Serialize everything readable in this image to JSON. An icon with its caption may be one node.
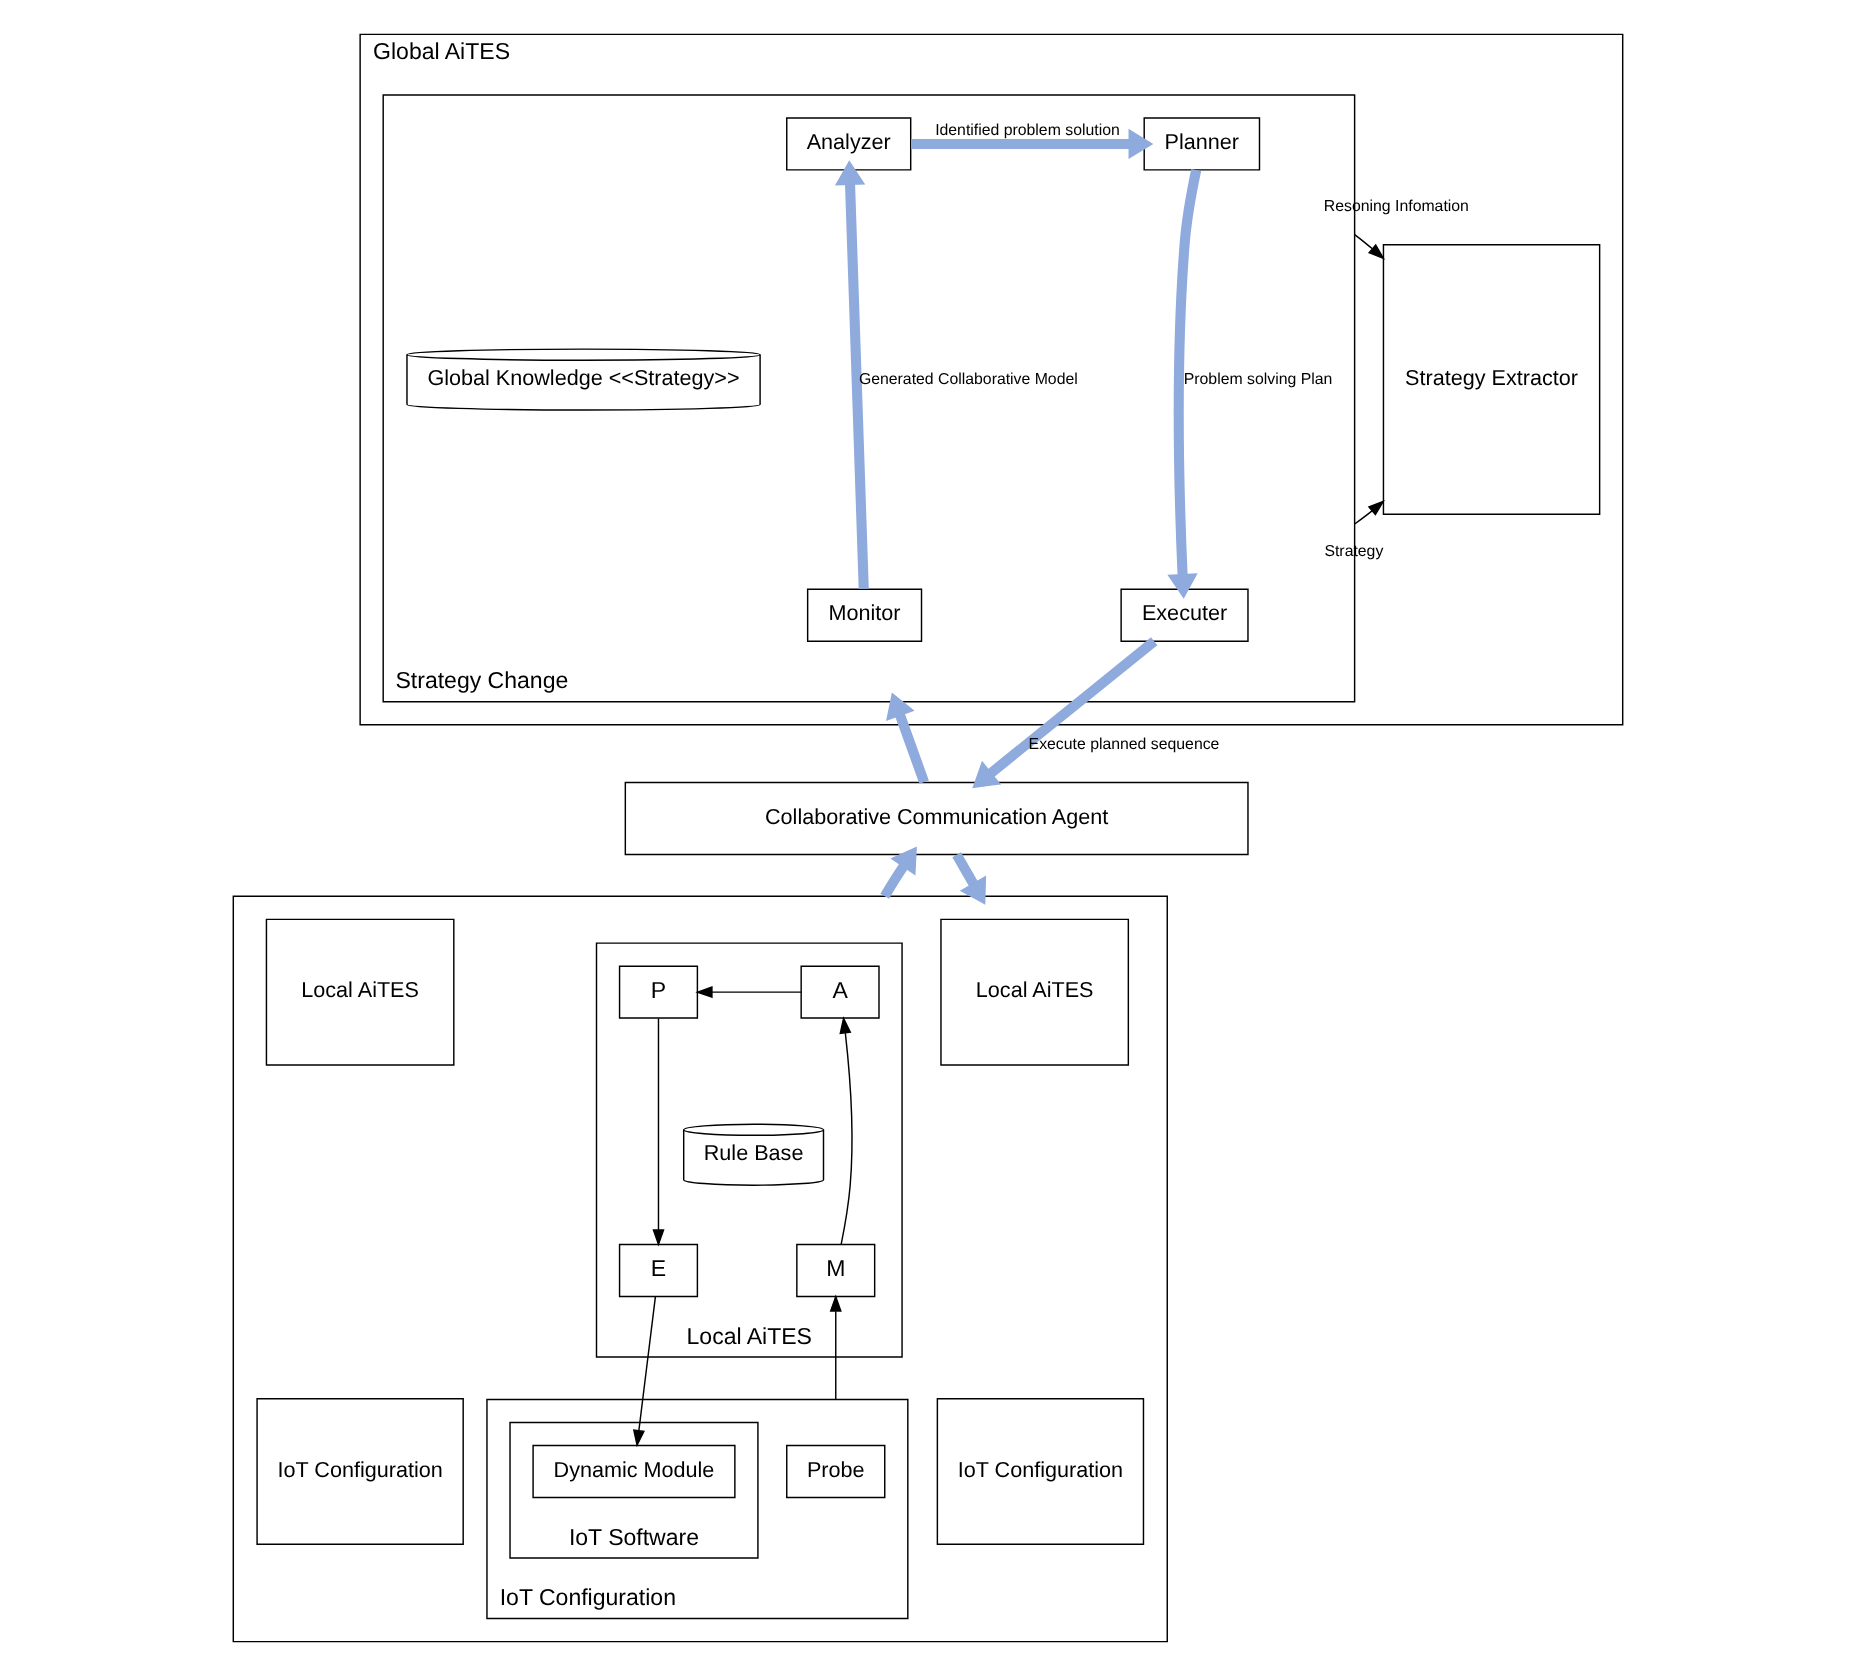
{
  "diagram": {
    "nodes": [
      {
        "text": [
          "Global AiTES"
        ]
      },
      {
        "text": [
          "Strategy Change"
        ],
        "in": 0
      },
      {
        "text": [
          "Analyzer"
        ],
        "in": 1
      },
      {
        "text": [
          "Planner"
        ],
        "in": 1
      },
      {
        "text": [
          "Global Knowledge <<Strategy>>"
        ],
        "in": 1
      },
      {
        "text": [
          "Monitor"
        ],
        "in": 1
      },
      {
        "text": [
          "Executer"
        ],
        "in": 1
      },
      {
        "text": [
          "Strategy Extractor"
        ],
        "in": 0
      },
      {
        "text": [
          "Collaborative Communication Agent"
        ]
      },
      {
        "text": [],
        "shape": "box"
      },
      {
        "text": [
          "Local AiTES"
        ],
        "in": 9
      },
      {
        "text": [
          "A"
        ],
        "in": 10
      },
      {
        "text": [
          "P"
        ],
        "in": 10
      },
      {
        "text": [
          "Rule Base"
        ],
        "in": 10
      },
      {
        "text": [
          "M"
        ],
        "in": 10
      },
      {
        "text": [
          "E"
        ],
        "in": 10
      },
      {
        "text": [
          "IoT Configuration"
        ],
        "in": 9
      },
      {
        "text": [
          "Probe"
        ],
        "in": 16
      },
      {
        "text": [
          "IoT Software"
        ],
        "in": 16
      },
      {
        "text": [
          "Dynamic Module"
        ],
        "in": 18
      },
      {
        "text": [
          "Local AiTES"
        ],
        "in": 9
      },
      {
        "text": [
          "IoT Configuration"
        ],
        "in": 9
      },
      {
        "text": [
          "Local AiTES"
        ],
        "in": 9
      },
      {
        "text": [
          "IoT Configuration"
        ],
        "in": 9
      }
    ],
    "edges": [
      {
        "from": 2,
        "to": 3,
        "arrow": "to",
        "label": "Identified problem solution",
        "style": "thick",
        "color": "#8faadc"
      },
      {
        "from": 5,
        "to": 2,
        "arrow": "to",
        "label": "Generated Collaborative Model",
        "style": "thick",
        "color": "#8faadc"
      },
      {
        "from": 3,
        "to": 6,
        "arrow": "to",
        "label": "Problem solving Plan",
        "style": "thick",
        "color": "#8faadc"
      },
      {
        "from": 1,
        "to": 7,
        "arrow": "to",
        "label": "Resoning Infomation",
        "color": "#000000"
      },
      {
        "from": 1,
        "to": 7,
        "arrow": "to",
        "label": "Strategy",
        "color": "#000000"
      },
      {
        "from": 6,
        "to": 8,
        "arrow": "to",
        "label": "Execute planned sequence",
        "style": "thick",
        "color": "#8faadc"
      },
      {
        "from": 8,
        "to": 1,
        "arrow": "to",
        "style": "thick",
        "color": "#8faadc"
      },
      {
        "from": 9,
        "to": 8,
        "arrow": "to",
        "style": "thick",
        "color": "#8faadc"
      },
      {
        "from": 8,
        "to": 9,
        "arrow": "to",
        "style": "thick",
        "color": "#8faadc"
      },
      {
        "from": 11,
        "to": 12,
        "arrow": "to",
        "color": "#000000"
      },
      {
        "from": 14,
        "to": 11,
        "arrow": "to",
        "color": "#000000"
      },
      {
        "from": 12,
        "to": 15,
        "arrow": "to",
        "color": "#000000"
      },
      {
        "from": 15,
        "to": 19,
        "arrow": "to",
        "color": "#000000"
      },
      {
        "from": 16,
        "to": 14,
        "arrow": "to",
        "color": "#000000"
      }
    ]
  }
}
